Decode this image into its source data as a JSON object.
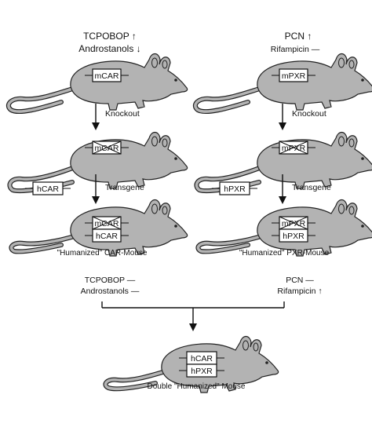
{
  "top_left": {
    "line1": "TCPOBOP ↑",
    "line2": "Androstanols ↓"
  },
  "top_right": {
    "line1": "PCN ↑",
    "line2": "Rifampicin —"
  },
  "genes": {
    "mCAR": "mCAR",
    "mPXR": "mPXR",
    "hCAR": "hCAR",
    "hPXR": "hPXR"
  },
  "steps": {
    "knockout": "Knockout",
    "transgene": "Transgene"
  },
  "captions": {
    "car_mouse": "\"Humanized\" CAR-Mouse",
    "pxr_mouse": "\"Humanized\" PXR-Mouse",
    "double_mouse": "Double \"Humanized\" Mouse"
  },
  "mid_left": {
    "line1": "TCPOBOP —",
    "line2": "Androstanols —"
  },
  "mid_right": {
    "line1": "PCN —",
    "line2": "Rifampicin ↑"
  }
}
